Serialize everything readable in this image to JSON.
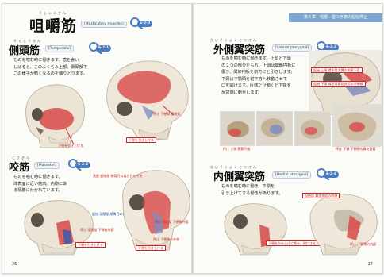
{
  "left": {
    "title": {
      "ruby": "そしゃくきん",
      "text": "咀嚼筋",
      "en": "[Masticatory muscles]",
      "code": "6-2-0"
    },
    "temporalis": {
      "ruby": "そくとうきん",
      "name": "側頭筋",
      "en": "[Temporalis]",
      "code": "6-2-1",
      "body": [
        "ものを噛む時に働きます。歯を食い",
        "しばると、このふくらみ上部、側頭部で",
        "この様子が動くなるのを触りとります。"
      ],
      "labels": [
        "下顎を引き上げる",
        "停止 下顎骨 筋突起",
        "下顎を引き上げる"
      ]
    },
    "masseter": {
      "ruby": "こうきん",
      "name": "咬筋",
      "en": "[Masseter]",
      "code": "6-2-2",
      "body": [
        "ものを噛む時に働きます。",
        "体表面に近い筋肉。内側にあ",
        "る頬筋に分かれています。"
      ],
      "labels": [
        "浅層 起始部 頬骨弓の前方から中央",
        "起始 深層部 頬骨弓の後方",
        "停止 浅層部 下顎角外面",
        "停止 深層部 下顎枝外面",
        "下顎を引き上げる",
        "停止 下顎角の外側",
        "下顎を引き上げる"
      ]
    },
    "page_number": "26"
  },
  "right": {
    "chapter": "第６章　咀嚼―首つき筋の起始停止",
    "lateral": {
      "ruby": "がいそくよくとつきん",
      "name": "外側翼突筋",
      "en": "[Lateral pterygoid]",
      "code": "6-2-3",
      "body": [
        "ものを噛む時に働きます。上頭と下頭",
        "の２つの部分をもち、上頭は関節円板に",
        "働き、関節円板を前方にと引きします。",
        "下頭は下顎頭を前下方へ移動させて",
        "口を開けます。片側だけ働くと下顎を",
        "反対側に動かします。"
      ],
      "labels": [
        "起始 上頭 蝶形骨大翼の側頭下面",
        "起始 下頭 蝶形骨翼状突起の外側板",
        "停止 上頭 関節円板",
        "停止 下頭 下顎頸の翼突筋窩"
      ]
    },
    "medial": {
      "ruby": "ないそくよくとつきん",
      "name": "内側翼突筋",
      "en": "[Medial pterygoid]",
      "code": "6-2-4",
      "body": [
        "ものを噛む時に働き、下顎を",
        "引き上げてする働きがあります。"
      ],
      "labels": [
        "起始部 翼状突起の内側",
        "下顎をかみ上げて噛み、閉口させる",
        "停止 下顎角の内面"
      ]
    },
    "page_number": "27"
  },
  "colors": {
    "accent": "#4a7cc0",
    "muscle": "#d84a4a",
    "label_red": "#c62828",
    "chapter_band": "#7ea7cf"
  }
}
